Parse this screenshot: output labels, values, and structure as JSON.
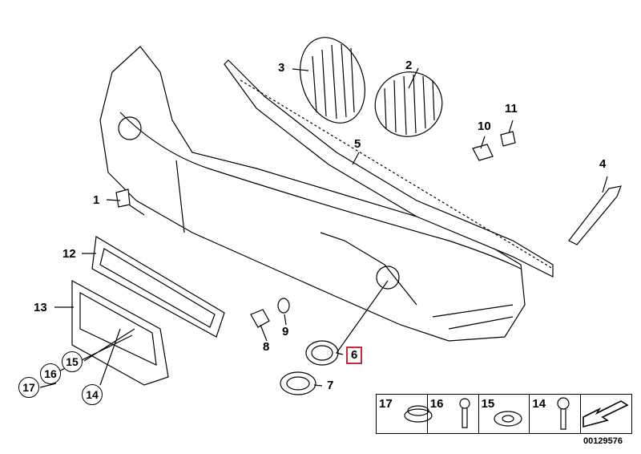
{
  "diagram": {
    "labels": [
      "1",
      "2",
      "3",
      "4",
      "5",
      "6",
      "7",
      "8",
      "9",
      "10",
      "11",
      "12",
      "13"
    ],
    "circled_labels": [
      "14",
      "15",
      "16",
      "17"
    ],
    "highlighted_label": "6",
    "highlight_color": "#c8283c",
    "legend": [
      {
        "num": "17",
        "part": "cap"
      },
      {
        "num": "16",
        "part": "screw"
      },
      {
        "num": "15",
        "part": "washer"
      },
      {
        "num": "14",
        "part": "screw"
      }
    ],
    "doc_id": "00129576"
  }
}
